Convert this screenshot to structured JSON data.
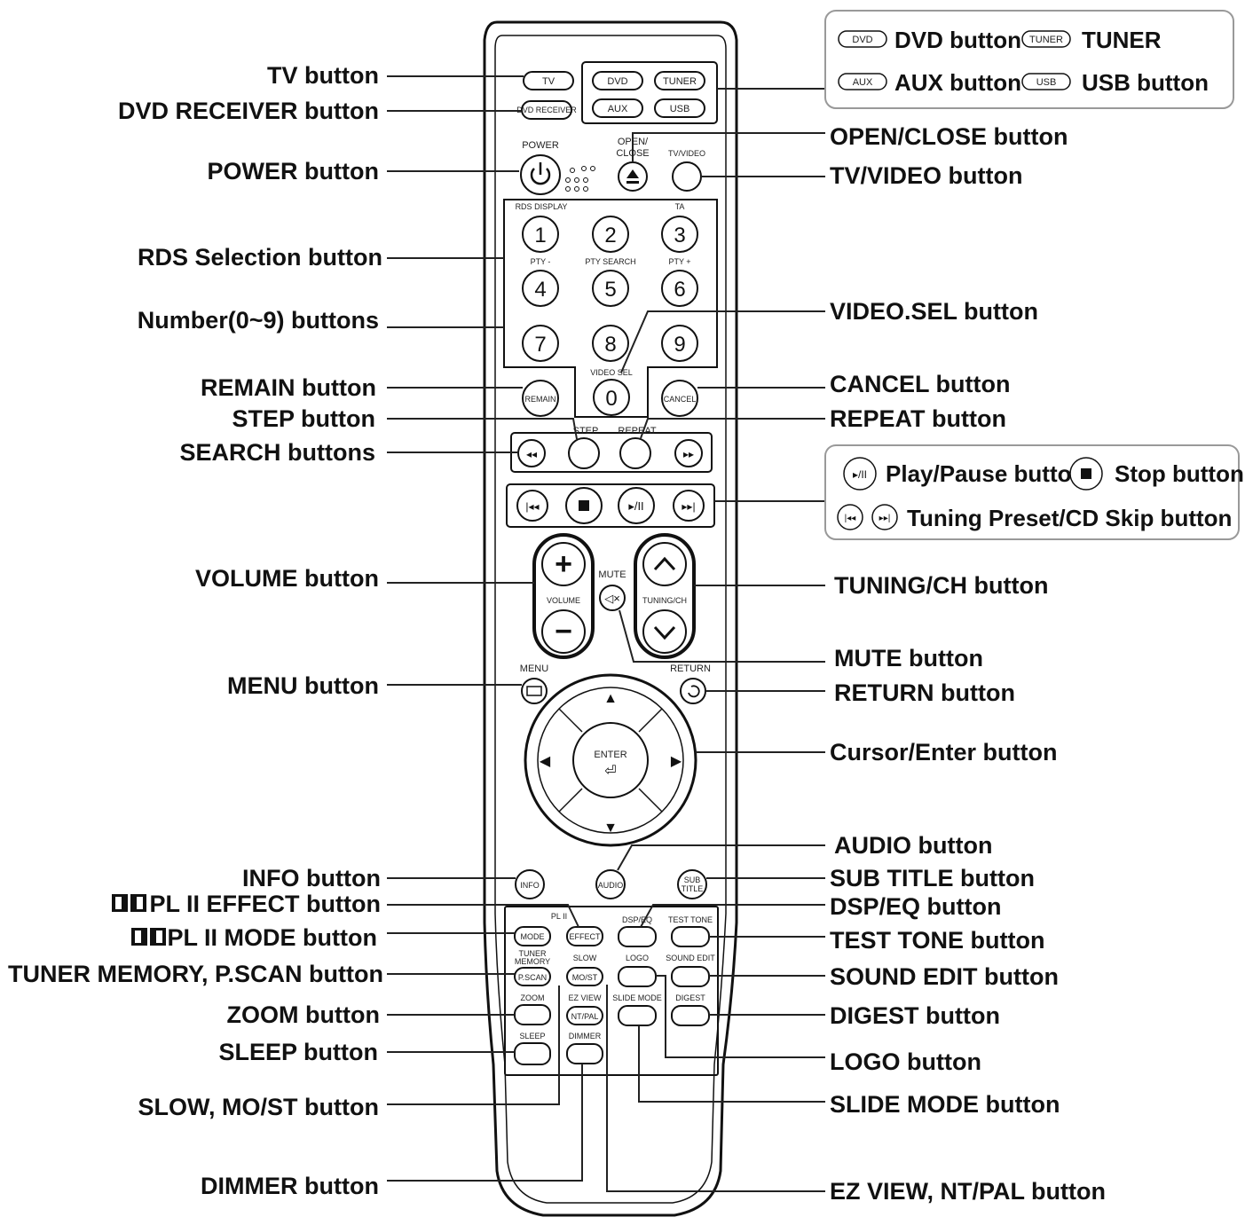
{
  "callouts": {
    "left": {
      "tv": "TV button",
      "dvd_receiver": "DVD RECEIVER button",
      "power": "POWER button",
      "rds_selection": "RDS Selection button",
      "number": "Number(0~9) buttons",
      "remain": "REMAIN button",
      "step": "STEP button",
      "search": "SEARCH buttons",
      "volume": "VOLUME button",
      "menu": "MENU button",
      "info": "INFO button",
      "pl2_effect": "PL II EFFECT button",
      "pl2_mode": "PL II MODE button",
      "tuner_memory": "TUNER MEMORY, P.SCAN button",
      "zoom": "ZOOM button",
      "sleep": "SLEEP button",
      "slow": "SLOW, MO/ST button",
      "dimmer": "DIMMER button"
    },
    "right": {
      "open_close": "OPEN/CLOSE button",
      "tv_video": "TV/VIDEO button",
      "video_sel": "VIDEO.SEL button",
      "cancel": "CANCEL button",
      "repeat": "REPEAT button",
      "tuning": "TUNING/CH button",
      "mute": "MUTE button",
      "return": "RETURN button",
      "cursor": "Cursor/Enter button",
      "audio": "AUDIO button",
      "subtitle": "SUB TITLE button",
      "dsp": "DSP/EQ button",
      "test_tone": "TEST TONE button",
      "sound_edit": "SOUND EDIT button",
      "digest": "DIGEST button",
      "logo": "LOGO button",
      "slide_mode": "SLIDE MODE button",
      "ez_view": "EZ VIEW, NT/PAL button"
    }
  },
  "legend_top": {
    "dvd_chip": "DVD",
    "dvd_text": "DVD button",
    "tuner_chip": "TUNER",
    "tuner_text": "TUNER",
    "aux_chip": "AUX",
    "aux_text": "AUX button",
    "usb_chip": "USB",
    "usb_text": "USB button"
  },
  "legend_mid": {
    "play_pause": "Play/Pause button",
    "stop": "Stop button",
    "tuning_preset": "Tuning Preset/CD Skip button"
  },
  "remote": {
    "tv": "TV",
    "dvd_receiver": "DVD RECEIVER",
    "dvd": "DVD",
    "tuner": "TUNER",
    "aux": "AUX",
    "usb": "USB",
    "power": "POWER",
    "open_close_1": "OPEN/",
    "open_close_2": "CLOSE",
    "tv_video": "TV/VIDEO",
    "rds_display": "RDS DISPLAY",
    "ta": "TA",
    "pty_minus": "PTY -",
    "pty_search": "PTY SEARCH",
    "pty_plus": "PTY +",
    "video_sel": "VIDEO SEL",
    "n1": "1",
    "n2": "2",
    "n3": "3",
    "n4": "4",
    "n5": "5",
    "n6": "6",
    "n7": "7",
    "n8": "8",
    "n9": "9",
    "n0": "0",
    "remain": "REMAIN",
    "cancel": "CANCEL",
    "step": "STEP",
    "repeat": "REPEAT",
    "mute": "MUTE",
    "volume": "VOLUME",
    "tuning_ch": "TUNING/CH",
    "menu": "MENU",
    "return": "RETURN",
    "enter": "ENTER",
    "info": "INFO",
    "audio": "AUDIO",
    "sub": "SUB",
    "title": "TITLE",
    "pl2": "PL II",
    "mode": "MODE",
    "effect": "EFFECT",
    "dsp_eq": "DSP/EQ",
    "test_tone": "TEST TONE",
    "tuner_mem_1": "TUNER",
    "tuner_mem_2": "MEMORY",
    "slow": "SLOW",
    "logo": "LOGO",
    "sound_edit": "SOUND EDIT",
    "p_scan": "P.SCAN",
    "mo_st": "MO/ST",
    "zoom": "ZOOM",
    "ez_view": "EZ VIEW",
    "slide_mode": "SLIDE MODE",
    "digest": "DIGEST",
    "nt_pal": "NT/PAL",
    "sleep": "SLEEP",
    "dimmer": "DIMMER"
  }
}
